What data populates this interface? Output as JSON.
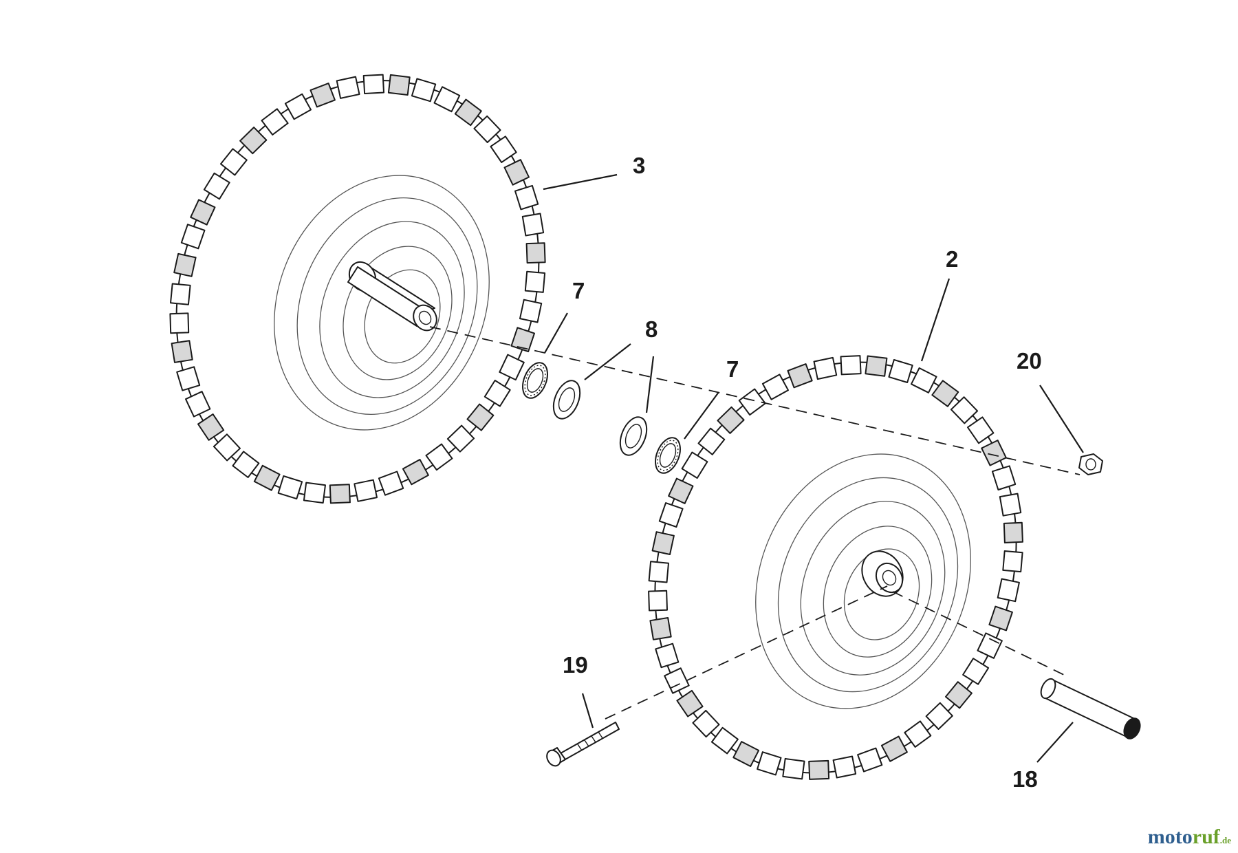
{
  "labels": {
    "wheel_left": "3",
    "wheel_right": "2",
    "washer_lock_top": "7",
    "washer_flat_top": "8",
    "washer_flat_bottom": "8",
    "washer_lock_bottom": "7",
    "nut": "20",
    "bolt": "19",
    "axle": "18"
  },
  "watermark": {
    "part1": "moto",
    "part2": "ruf",
    "suffix": ".de"
  },
  "colors": {
    "ink": "#1a1a1a",
    "watermark_blue": "#2f5f8f",
    "watermark_green": "#6aa02a"
  }
}
